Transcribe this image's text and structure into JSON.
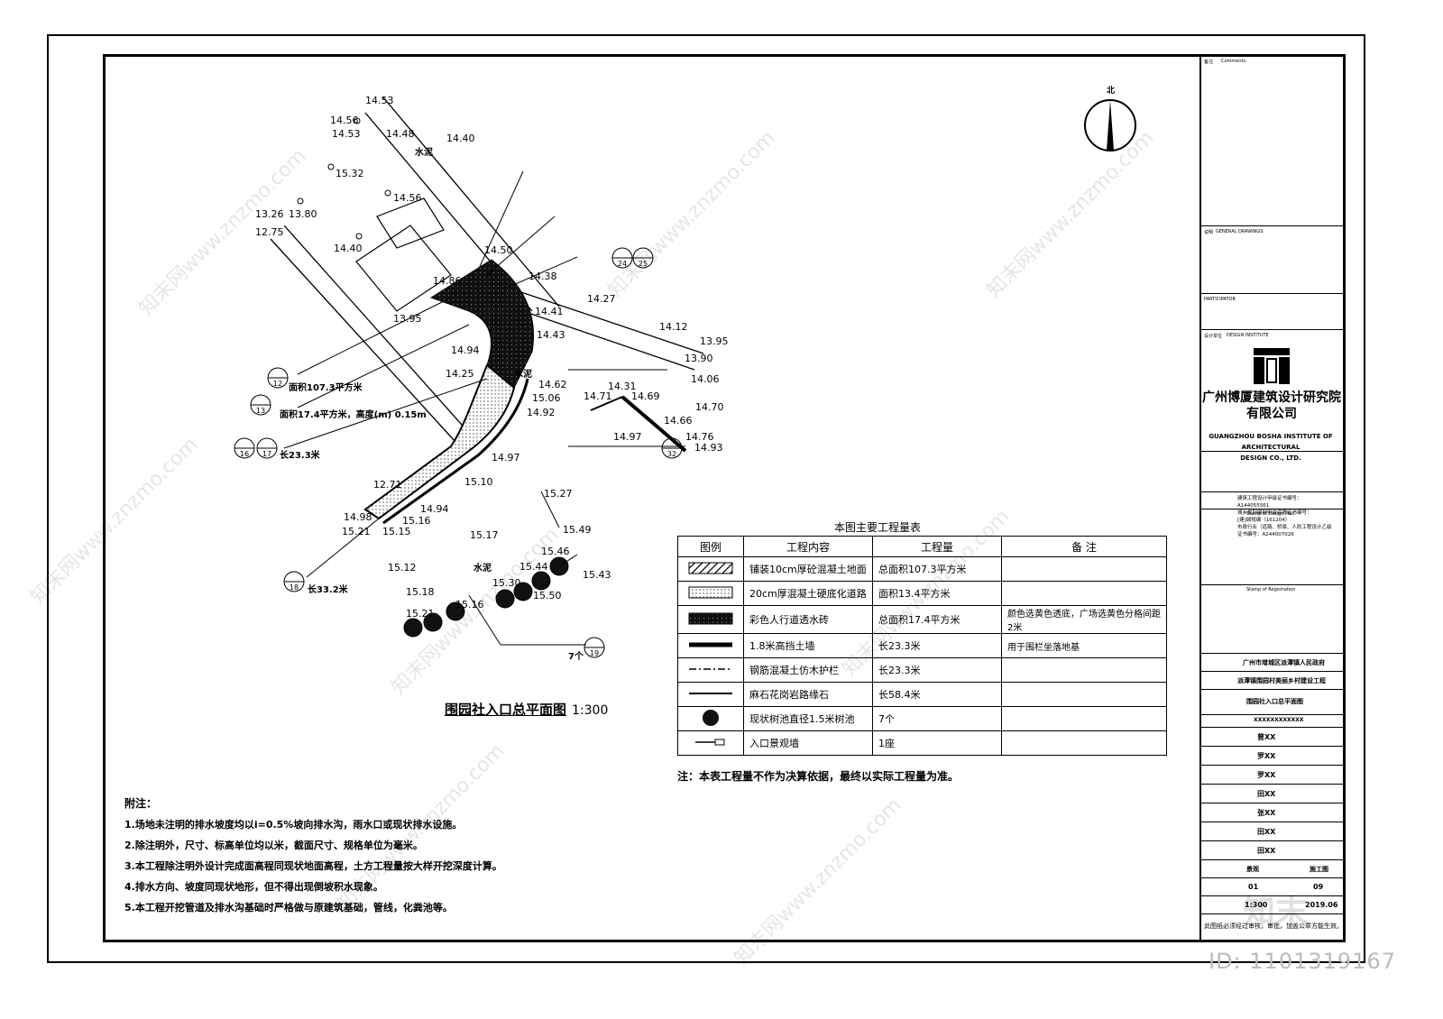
{
  "plan": {
    "title": "围园社入口总平面图",
    "scale": "1:300",
    "north_label": "北",
    "elevations": [
      "14.53",
      "14.56",
      "14.53",
      "14.48",
      "14.40",
      "15.32",
      "14.56",
      "13.26",
      "13.80",
      "12.75",
      "14.40",
      "14.50",
      "14.86",
      "14.38",
      "13.95",
      "14.41",
      "14.43",
      "14.27",
      "14.12",
      "13.95",
      "14.94",
      "14.25",
      "13.90",
      "14.06",
      "14.70",
      "14.62",
      "15.06",
      "14.31",
      "14.71",
      "14.69",
      "14.92",
      "14.66",
      "14.97",
      "14.76",
      "14.93",
      "14.97",
      "15.10",
      "12.71",
      "15.27",
      "14.94",
      "14.98",
      "15.16",
      "15.21",
      "15.15",
      "15.17",
      "15.49",
      "15.46",
      "15.44",
      "15.43",
      "15.12",
      "15.30",
      "15.50",
      "15.18",
      "15.21",
      "15.16"
    ],
    "callout_refs": [
      "12",
      "13",
      "16",
      "17",
      "18",
      "19",
      "24",
      "25",
      "32"
    ],
    "labels": {
      "cement1": "水泥",
      "cement2": "水泥",
      "cement3": "水泥",
      "annot1": "面积107.3平方米",
      "annot2": "面积17.4平方米，高度(m) 0.15m",
      "annot3": "长23.3米",
      "annot4": "长33.2米",
      "annot5": "7个"
    }
  },
  "quantities": {
    "title": "本图主要工程量表",
    "headers": [
      "图例",
      "工程内容",
      "工程量",
      "备 注"
    ],
    "rows": [
      {
        "legend": "hatch",
        "content": "铺装10cm厚砼混凝土地面",
        "qty": "总面积107.3平方米",
        "note": ""
      },
      {
        "legend": "dots",
        "content": "20cm厚混凝土硬底化道路",
        "qty": "面积13.4平方米",
        "note": ""
      },
      {
        "legend": "dark",
        "content": "彩色人行道透水砖",
        "qty": "总面积17.4平方米",
        "note": "颜色选黄色透底，广场选黄色分格间距2米"
      },
      {
        "legend": "thick",
        "content": "1.8米高挡土墙",
        "qty": "长23.3米",
        "note": "用于围栏坐落地基"
      },
      {
        "legend": "dashdot",
        "content": "钢筋混凝土仿木护栏",
        "qty": "长23.3米",
        "note": ""
      },
      {
        "legend": "line",
        "content": "麻石花岗岩路缘石",
        "qty": "长58.4米",
        "note": ""
      },
      {
        "legend": "tree",
        "content": "现状树池直径1.5米树池",
        "qty": "7个",
        "note": ""
      },
      {
        "legend": "sign",
        "content": "入口景观墙",
        "qty": "1座",
        "note": ""
      }
    ],
    "note": "注：本表工程量不作为决算依据，最终以实际工程量为准。"
  },
  "notes": {
    "heading": "附注：",
    "items": [
      "1.场地未注明的排水坡度均以i=0.5%坡向排水沟，雨水口或现状排水设施。",
      "2.除注明外，尺寸、标高单位均以米，截面尺寸、规格单位为毫米。",
      "3.本工程除注明外设计完成面高程同现状地面高程，土方工程量按大样开挖深度计算。",
      "4.排水方向、坡度同现状地形，但不得出现倒坡积水现象。",
      "5.本工程开挖管道及排水沟基础时严格做与原建筑基础，管线，化粪池等。"
    ]
  },
  "titleblock": {
    "remarks_label": "备注",
    "remarks_en": "Comments",
    "general_label": "说明",
    "general_en": "GENERAL DRAWINGS",
    "participants_label": "PARTICIPATOR",
    "institute_label": "设计单位",
    "institute_en": "DESIGN INSTITUTE",
    "company_cn_1": "广州博厦建筑设计研究院",
    "company_cn_2": "有限公司",
    "company_en_1": "GUANGZHOU BOSHA INSTITUTE OF ARCHITECTURAL",
    "company_en_2": "DESIGN CO., LTD.",
    "cert_lines": [
      "建筑工程设计甲级证书编号：",
      "A144055561",
      "城乡规划编制甲级资质证书编号：",
      "[建]城规编（161204）",
      "市政行业（道路、桥梁、人防工程设计乙级",
      "证书编号：A244007026"
    ],
    "stamp_design": "Stamp of Design Plan",
    "stamp_reg": "Stamp of Registration",
    "client": "广州市增城区派潭镇人民政府",
    "project": "派潭镇围园村美丽乡村建设工程",
    "drawing": "围园社入口总平面图",
    "project_no": "XXXXXXXXXXXX",
    "approved": "曾XX",
    "verified": "罗XX",
    "manager": "罗XX",
    "prof_manager": "田XX",
    "checked": "张XX",
    "designer": "田XX",
    "drawn": "田XX",
    "discipline": "景观",
    "stage": "施工图",
    "version": "01",
    "sheet_no": "09",
    "scale": "1:300",
    "date": "2019.06",
    "footer": "此图纸必须经过审核，审批，加盖公章方能生效。"
  },
  "watermark": "知末网www.znzmo.com",
  "id_tag": "ID: 1101319167",
  "brand": "知末"
}
